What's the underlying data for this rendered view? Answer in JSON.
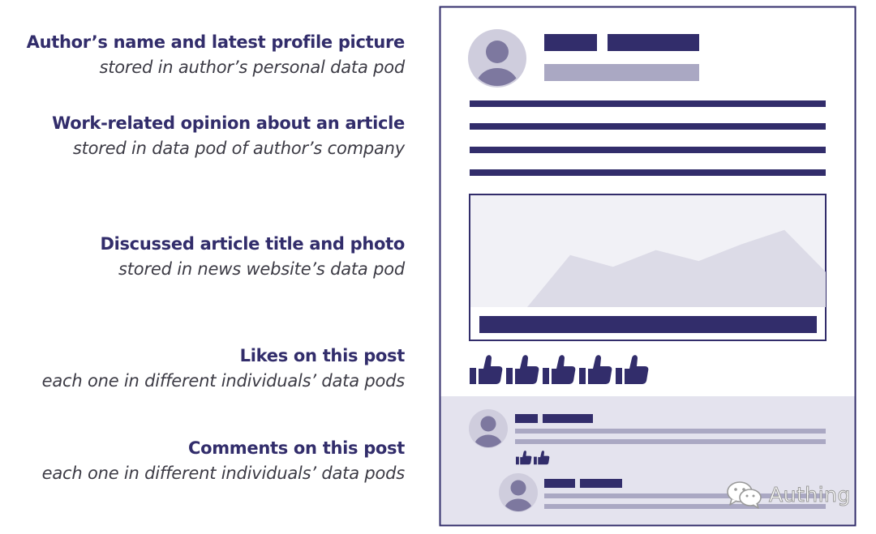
{
  "labels": [
    {
      "title": "Author’s name and latest profile picture",
      "subtitle": "stored in author’s personal data pod"
    },
    {
      "title": "Work-related opinion about an article",
      "subtitle": "stored in data pod of author’s company"
    },
    {
      "title": "Discussed article title and photo",
      "subtitle": "stored in news website’s data pod"
    },
    {
      "title": "Likes on this post",
      "subtitle": "each one in different individuals’ data pods"
    },
    {
      "title": "Comments on this post",
      "subtitle": "each one in different individuals’ data pods"
    }
  ],
  "post": {
    "like_count": 5,
    "comment_like_count": 2,
    "chart_points": [
      0,
      0.62,
      0.48,
      0.68,
      0.55,
      0.75,
      0.92,
      0.4
    ]
  },
  "watermark": {
    "text": "Authing",
    "icon": "wechat-icon"
  },
  "colors": {
    "navy": "#322d6b",
    "lavender": "#aaa8c3",
    "light_panel": "#f1f1f6",
    "comment_bg": "#e4e3ee",
    "avatar_bg": "#cfcddd",
    "avatar_fg": "#7d789f",
    "text_dark": "#3c3b45"
  }
}
